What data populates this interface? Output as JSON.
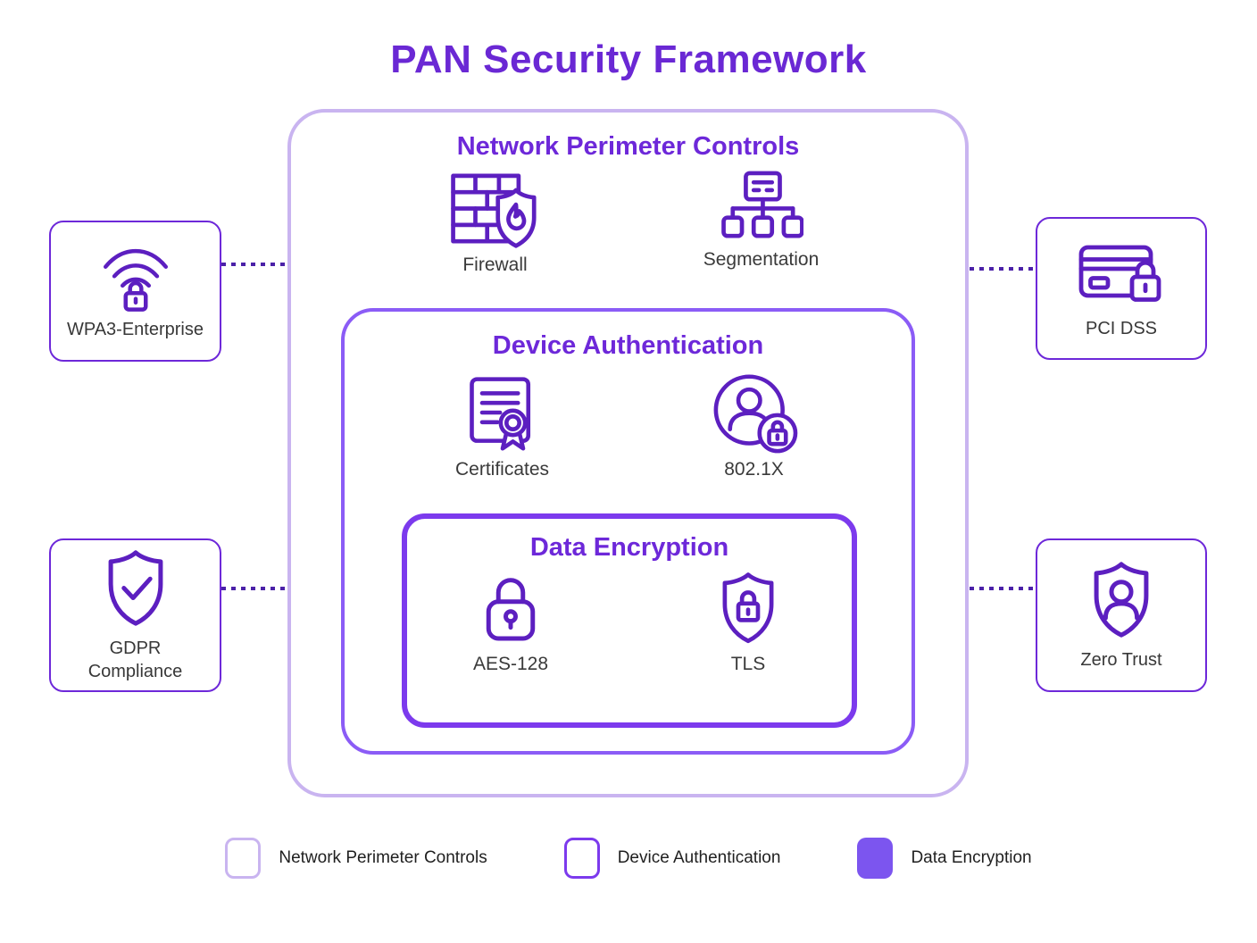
{
  "title": "PAN Security Framework",
  "colors": {
    "title_purple": "#6a28d4",
    "heading_purple": "#6d28d9",
    "outer_border": "#c9b4f0",
    "mid_border": "#8b5cf6",
    "inner_border": "#7c3aed",
    "side_border": "#6d28d9",
    "icon_stroke": "#5c1fc0",
    "connector": "#4b21a8",
    "legend_solid_fill": "#7c55ef",
    "label_text": "#3a3a3a"
  },
  "boxes": {
    "outer": {
      "heading": "Network Perimeter Controls",
      "items": [
        {
          "label": "Firewall",
          "icon": "firewall-icon"
        },
        {
          "label": "Segmentation",
          "icon": "segmentation-icon"
        }
      ]
    },
    "mid": {
      "heading": "Device Authentication",
      "items": [
        {
          "label": "Certificates",
          "icon": "certificate-icon"
        },
        {
          "label": "802.1X",
          "icon": "user-lock-icon"
        }
      ]
    },
    "inner": {
      "heading": "Data Encryption",
      "items": [
        {
          "label": "AES-128",
          "icon": "padlock-icon"
        },
        {
          "label": "TLS",
          "icon": "shield-lock-icon"
        }
      ]
    }
  },
  "side_boxes": [
    {
      "label": "WPA3-Enterprise",
      "icon": "wifi-lock-icon",
      "position": "left-top"
    },
    {
      "label": "GDPR Compliance",
      "icon": "shield-check-icon",
      "position": "left-bottom"
    },
    {
      "label": "PCI DSS",
      "icon": "credit-card-lock-icon",
      "position": "right-top"
    },
    {
      "label": "Zero Trust",
      "icon": "shield-person-icon",
      "position": "right-bottom"
    }
  ],
  "legend": {
    "items": [
      {
        "label": "Network Perimeter Controls",
        "swatch": "outline-light"
      },
      {
        "label": "Device Authentication",
        "swatch": "outline-medium"
      },
      {
        "label": "Data Encryption",
        "swatch": "solid"
      }
    ]
  }
}
